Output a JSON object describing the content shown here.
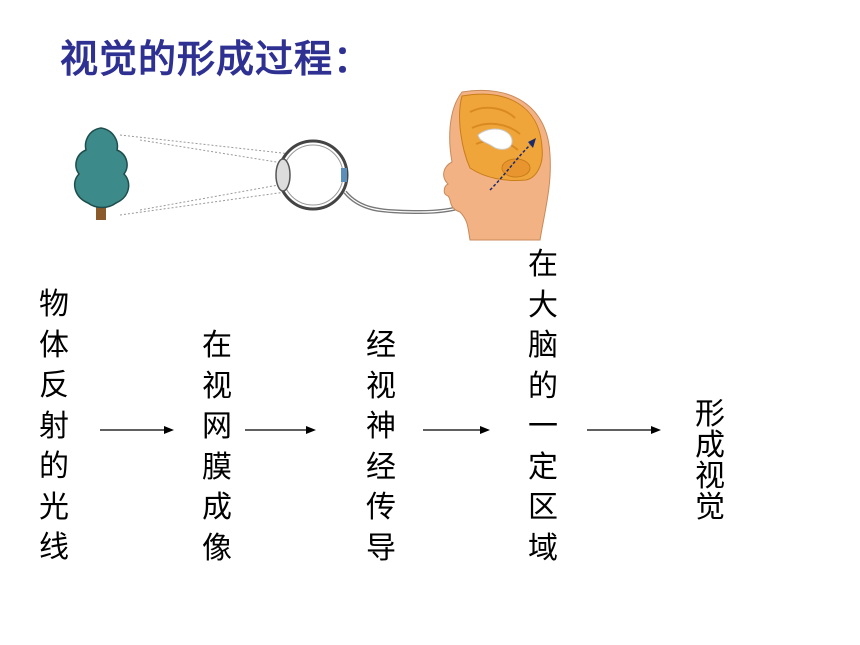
{
  "title": "视觉的形成过程：",
  "colors": {
    "title": "#2e3192",
    "text": "#000000",
    "tree_canopy": "#3d8a8a",
    "tree_trunk": "#8b5a2b",
    "brain": "#f0a53a",
    "skin": "#f2b283",
    "nerve": "#777777"
  },
  "icons": [
    "tree-icon",
    "eye-icon",
    "head-brain-icon"
  ],
  "steps": [
    {
      "chars": [
        "物",
        "体",
        "反",
        "射",
        "的",
        "光",
        "线"
      ]
    },
    {
      "chars": [
        "在",
        "视",
        "网",
        "膜",
        "成",
        "像"
      ]
    },
    {
      "chars": [
        "经",
        "视",
        "神",
        "经",
        "传",
        "导"
      ]
    },
    {
      "chars": [
        "在",
        "大",
        "脑",
        "的",
        "一",
        "定",
        "区",
        "域"
      ]
    },
    {
      "chars": [
        "形",
        "成",
        "视",
        "觉"
      ]
    }
  ]
}
